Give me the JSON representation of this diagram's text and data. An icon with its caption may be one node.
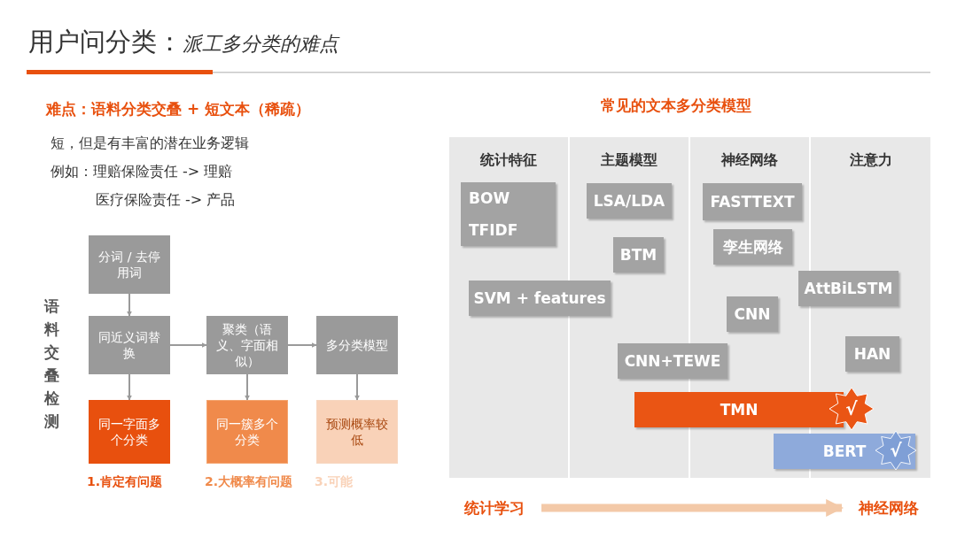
{
  "diagram": {
    "title": "用户问分类：*派工多分类的难点*",
    "nodes": [
      {
        "text": [
          "分词 / 去停用词"
        ]
      },
      {
        "text": [
          "同近义词替换"
        ]
      },
      {
        "text": [
          "聚类（语义、字面相似）"
        ]
      },
      {
        "text": [
          "多分类模型"
        ]
      },
      {
        "text": [
          "同一字面多个分类"
        ],
        "beside": [
          "1.肯定有问题"
        ]
      },
      {
        "text": [
          "同一簇多个分类"
        ],
        "beside": [
          "2.大概率有问题"
        ]
      },
      {
        "text": [
          "预测概率较低"
        ],
        "beside": [
          "3.可能"
        ]
      },
      {
        "text": [
          "统计特征"
        ]
      },
      {
        "text": [
          "BOW",
          "TFIDF"
        ],
        "in": 7
      },
      {
        "text": [
          "主题模型"
        ]
      },
      {
        "text": [
          "LSA/LDA"
        ],
        "in": 9
      },
      {
        "text": [
          "BTM"
        ],
        "in": 9
      },
      {
        "text": [
          "神经网络"
        ]
      },
      {
        "text": [
          "FASTTEXT"
        ],
        "in": 12
      },
      {
        "text": [
          "孪生网络"
        ],
        "in": 12
      },
      {
        "text": [
          "CNN"
        ],
        "in": 12
      },
      {
        "text": [
          "注意力"
        ]
      },
      {
        "text": [
          "HAN"
        ],
        "in": 16
      },
      {
        "text": [
          "SVM + features"
        ]
      },
      {
        "text": [
          "AttBiLSTM"
        ]
      },
      {
        "text": [
          "CNN+TEWE"
        ]
      },
      {
        "text": [
          "TMN"
        ]
      },
      {
        "text": [
          "√"
        ],
        "in": 16
      },
      {
        "text": [
          "BERT"
        ]
      },
      {
        "text": [
          "√"
        ]
      },
      {
        "text": [
          "统计学习"
        ]
      },
      {
        "text": [
          "神经网络"
        ]
      }
    ],
    "edges": [
      {
        "from": 0,
        "to": 1,
        "arrow": "to"
      },
      {
        "from": 1,
        "to": 2,
        "arrow": "to"
      },
      {
        "from": 2,
        "to": 3,
        "arrow": "to"
      },
      {
        "from": 1,
        "to": 4,
        "arrow": "to"
      },
      {
        "from": 2,
        "to": 5,
        "arrow": "to"
      },
      {
        "from": 3,
        "to": 6,
        "arrow": "to"
      },
      {
        "from": 25,
        "to": 26,
        "arrow": "to",
        "style": "thick",
        "color": "#f3c9a8"
      }
    ],
    "labels": [
      "难点：语料分类交叠 + 短文本（稀疏）",
      "短，但是有丰富的潜在业务逻辑",
      "例如：理赔保险责任 -> 理赔",
      "医疗保险责任 -> 产品",
      "语料交叠检测",
      "常见的文本多分类模型"
    ]
  }
}
